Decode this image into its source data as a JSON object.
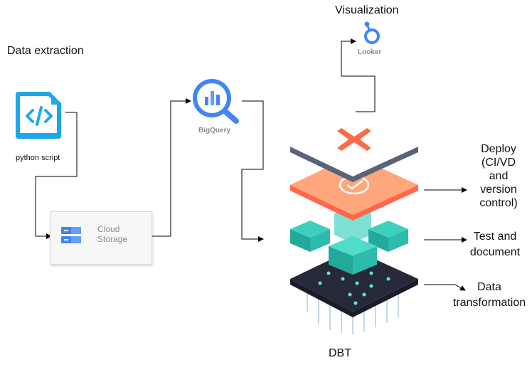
{
  "labels": {
    "data_extraction": "Data extraction",
    "visualization": "Visualization",
    "deploy": "Deploy\n(CI/VD\nand\nversion\ncontrol)",
    "test": "Test and\ndocument",
    "transform": "Data\ntransformation",
    "dbt": "DBT"
  },
  "nodes": {
    "python": {
      "label": "python script",
      "icon": "code-file-icon"
    },
    "storage": {
      "label": "Cloud\nStorage",
      "icon": "storage-icon"
    },
    "bigquery": {
      "label": "BigQuery",
      "icon": "bigquery-icon"
    },
    "looker": {
      "label": "Looker",
      "icon": "looker-icon"
    }
  },
  "colors": {
    "code_blue": "#1ea7e8",
    "google_blue": "#4285f4",
    "dbt_orange": "#ff694a",
    "layer_peach": "#ffa67c",
    "teal": "#35c2b0",
    "dark": "#262a38"
  }
}
